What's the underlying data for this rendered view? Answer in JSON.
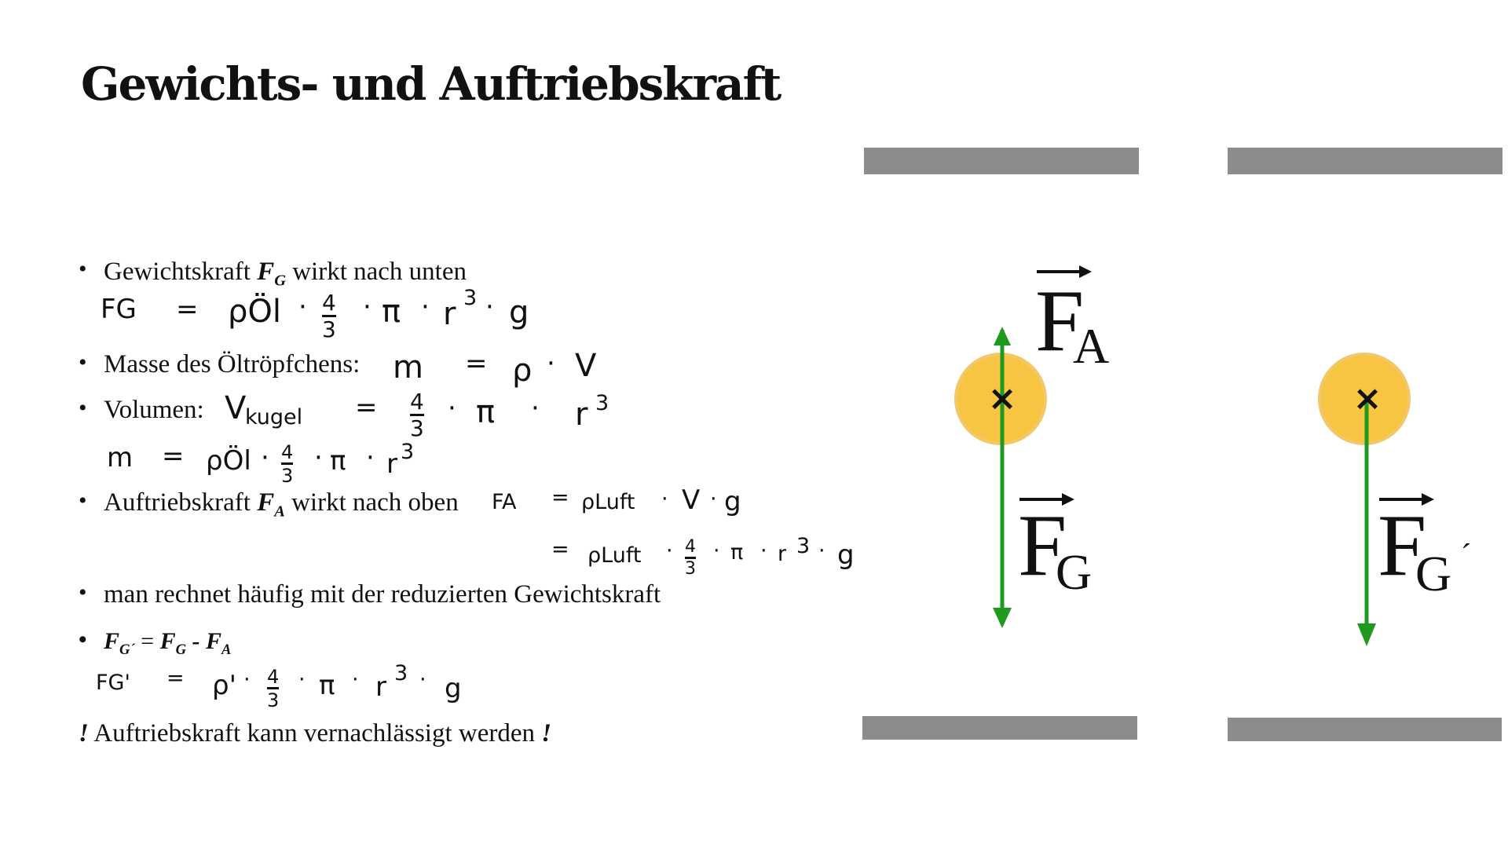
{
  "slide": {
    "title": "Gewichts- und Auftriebskraft",
    "bullet_glyph": "•",
    "items": {
      "weight": {
        "text_before": "Gewichtskraft ",
        "symbol": "F",
        "symbol_sub": "G",
        "text_after": " wirkt nach unten",
        "formula": {
          "lhs": "FG",
          "eq": "=",
          "rho": "ρÖl",
          "frac_num": "4",
          "frac_den": "3",
          "pi": "π",
          "r3": "r",
          "exp": "3",
          "g": "g",
          "dot": "·"
        }
      },
      "mass": {
        "text": "Masse des Öltröpfchens:",
        "m": "m",
        "eq": "=",
        "rho": "ρ",
        "dot": "·",
        "v": "V"
      },
      "volume": {
        "text": "Volumen:",
        "v": "V",
        "v_sub": "kugel",
        "eq": "=",
        "frac_num": "4",
        "frac_den": "3",
        "pi": "π",
        "r": "r",
        "exp": "3",
        "dot": "·",
        "m_line": {
          "m": "m",
          "eq": "=",
          "rho": "ρÖl",
          "frac_num": "4",
          "frac_den": "3",
          "pi": "π",
          "r": "r",
          "exp": "3",
          "dot": "·"
        }
      },
      "buoyancy": {
        "text_before": "Auftriebskraft ",
        "symbol": "F",
        "symbol_sub": "A",
        "text_after": " wirkt nach oben",
        "lhs": "FA",
        "eq": "=",
        "line1": {
          "rho": "ρLuft",
          "v": "V",
          "g": "g",
          "dot": "·"
        },
        "line2": {
          "rho": "ρLuft",
          "frac_num": "4",
          "frac_den": "3",
          "pi": "π",
          "r": "r",
          "exp": "3",
          "g": "g",
          "dot": "·"
        }
      },
      "reduced": {
        "text": "man rechnet häufig mit der reduzierten Gewichtskraft"
      },
      "relation": {
        "lhs": "F",
        "lhs_sub": "G´",
        "eq": " = ",
        "f1": "F",
        "f1_sub": "G",
        "minus": " - ",
        "f2": "F",
        "f2_sub": "A",
        "formula": {
          "lhs": "FG'",
          "eq": "=",
          "rho": "ρ'",
          "frac_num": "4",
          "frac_den": "3",
          "pi": "π",
          "r": "r",
          "exp": "3",
          "g": "g",
          "dot": "·"
        }
      }
    },
    "note": {
      "mark_start": "!",
      "text": " Auftriebskraft kann vernachlässigt werden ",
      "mark_end": "!"
    }
  },
  "diagram": {
    "left": {
      "force_up": {
        "letter": "F",
        "sub": "A"
      },
      "force_down": {
        "letter": "F",
        "sub": "G"
      },
      "center_mark": "×"
    },
    "right": {
      "force_down": {
        "letter": "F",
        "sub": "G",
        "prime": "´"
      },
      "center_mark": "×"
    },
    "colors": {
      "plate": "#8c8c8c",
      "drop_fill": "#f7c542",
      "drop_ring": "#f2c86a",
      "arrow": "#1f9a1f",
      "text": "#111111"
    }
  }
}
